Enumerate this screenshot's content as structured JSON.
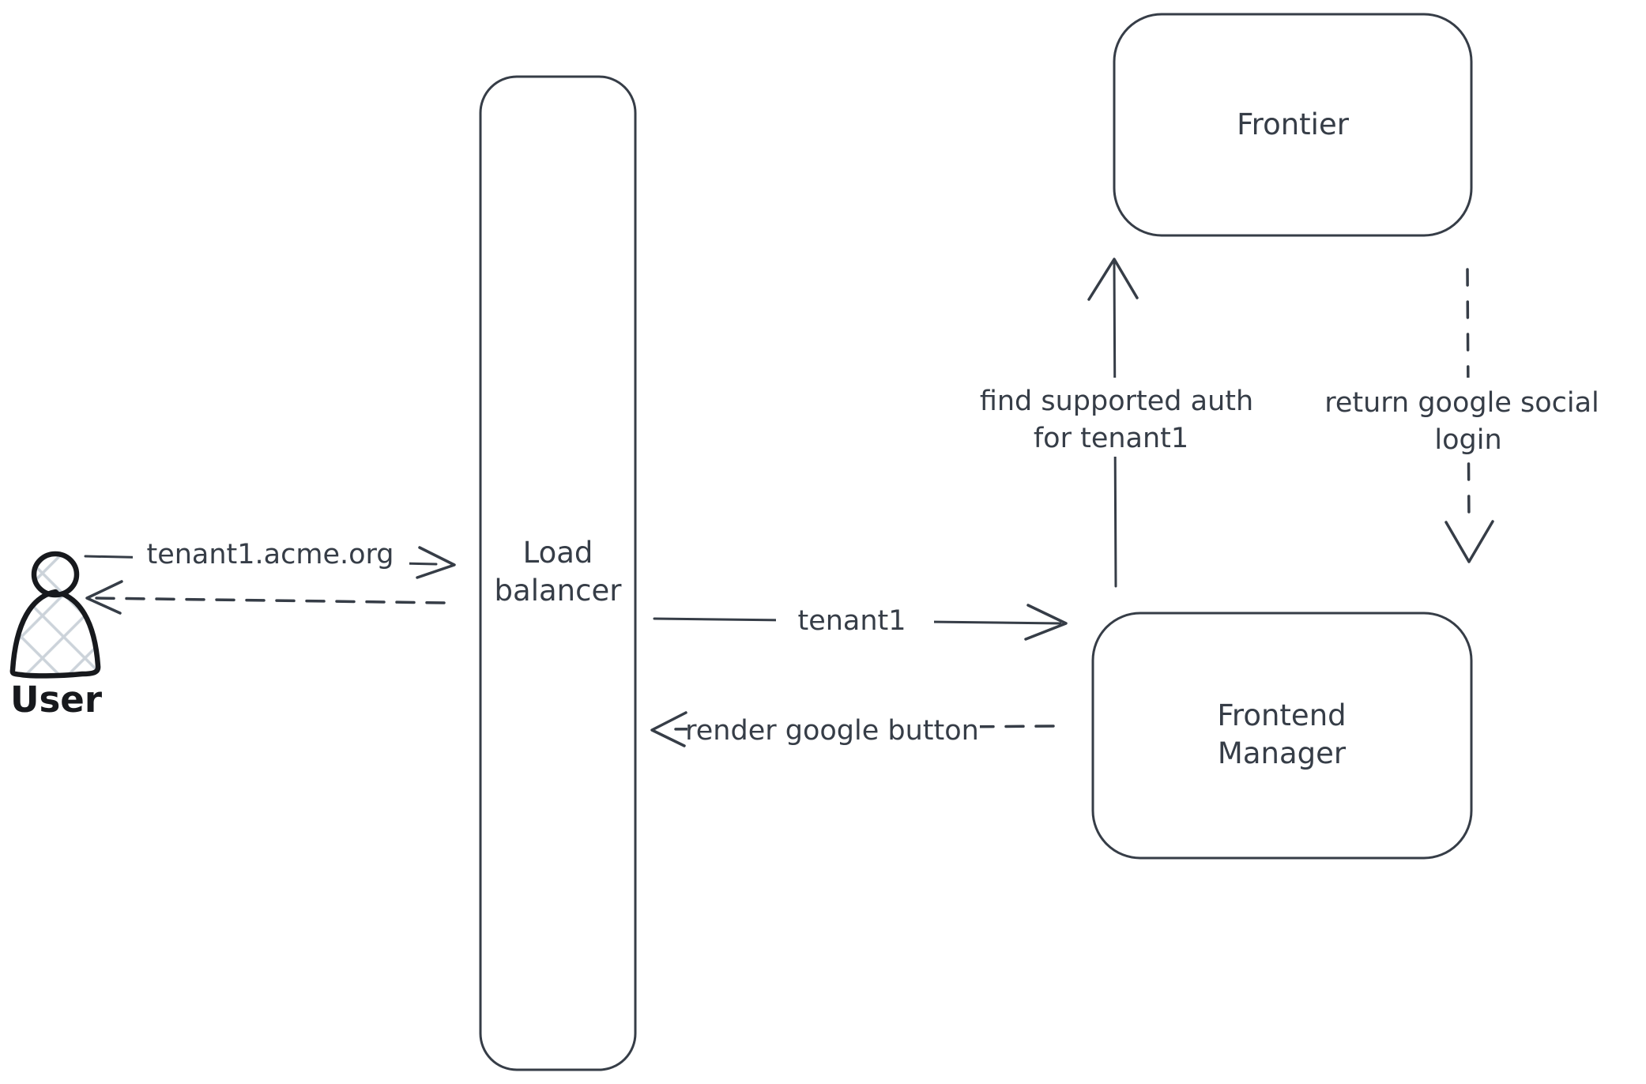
{
  "nodes": {
    "user": {
      "label": "User"
    },
    "load_balancer": {
      "label": "Load balancer",
      "line1": "Load",
      "line2": "balancer"
    },
    "frontier": {
      "label": "Frontier"
    },
    "frontend_manager": {
      "label": "Frontend Manager",
      "line1": "Frontend",
      "line2": "Manager"
    }
  },
  "edges": {
    "user_to_load_balancer": {
      "label": "tenant1.acme.org",
      "style": "solid-arrow-right"
    },
    "load_balancer_to_user": {
      "style": "dashed-arrow-left"
    },
    "load_balancer_to_frontend_manager": {
      "label": "tenant1",
      "style": "solid-arrow-right"
    },
    "frontend_manager_to_load_balancer": {
      "label": "render google button",
      "style": "dashed-arrow-left"
    },
    "frontend_manager_to_frontier": {
      "label": "find supported auth for tenant1",
      "label_line1": "find supported auth",
      "label_line2": "for tenant1",
      "style": "solid-arrow-up"
    },
    "frontier_to_frontend_manager": {
      "label": "return google social login",
      "label_line1": "return google social",
      "label_line2": "login",
      "style": "dashed-arrow-down"
    }
  },
  "colors": {
    "stroke": "#363d47",
    "person_stroke": "#17191d",
    "hatch_fill": "#ccd3da",
    "background": "#ffffff"
  }
}
